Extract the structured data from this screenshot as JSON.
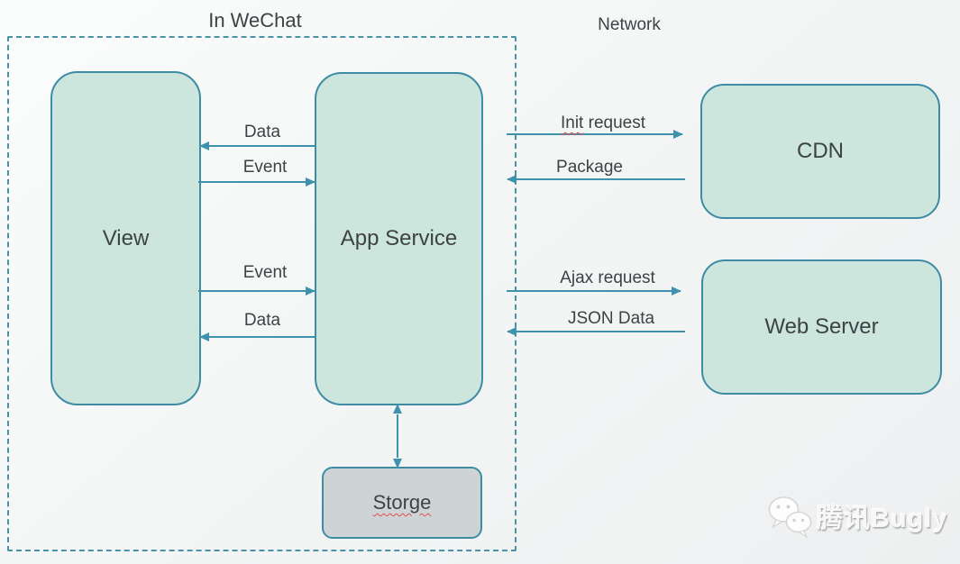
{
  "regions": {
    "in_wechat_label": "In WeChat",
    "network_label": "Network"
  },
  "nodes": {
    "view": "View",
    "app_service": "App Service",
    "storge": "Storge",
    "cdn": "CDN",
    "web_server": "Web Server"
  },
  "arrows": {
    "data_to_view_top": "Data",
    "event_to_app_top": "Event",
    "event_to_app_bottom": "Event",
    "data_to_view_bottom": "Data",
    "init_request_word": "Init",
    "init_request_rest": " request",
    "package": "Package",
    "ajax_request": "Ajax request",
    "json_data": "JSON Data"
  },
  "watermark": {
    "brand": "腾讯Bugly",
    "icon": "wechat-logo-icon"
  },
  "colors": {
    "node_fill": "#cde6dd",
    "node_border": "#3e8ca4",
    "storage_fill": "#ced4d6",
    "dashed_border": "#4a93a6",
    "arrow": "#3e92ad",
    "text": "#3d4245",
    "spellcheck_red": "#e04f4f"
  }
}
